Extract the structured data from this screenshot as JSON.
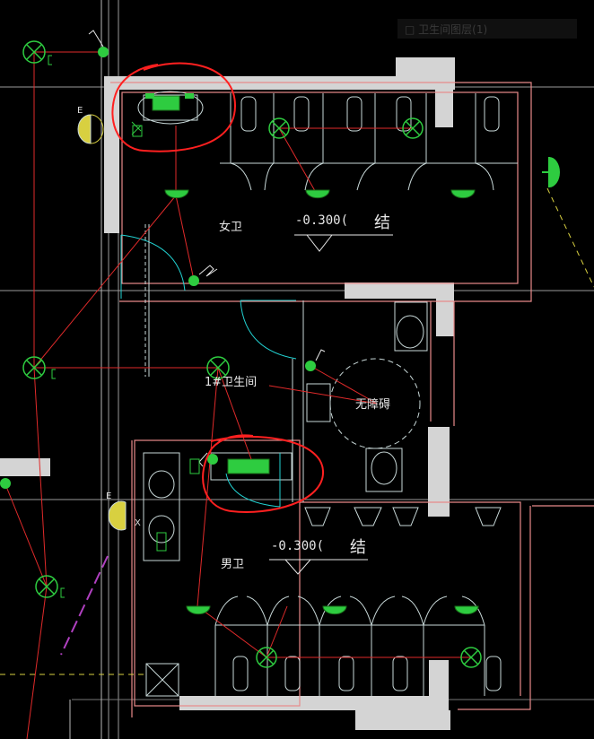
{
  "rooms": {
    "female": "女卫",
    "male": "男卫",
    "unit": "1#卫生间",
    "accessible": "无障碍"
  },
  "levels": {
    "female": "-0.300(",
    "male": "-0.300("
  },
  "notes": {
    "female": "结",
    "male": "结"
  },
  "tags": {
    "e1": "E",
    "e2": "E",
    "x2": "X"
  },
  "faded_command": "□ 卫生间图层(1)",
  "colors": {
    "wall": "#d4d4d4",
    "room_outline": "#e88a8a",
    "wiring": "#e02a2a",
    "fixture": "#2ecc40",
    "fixture_outline": "#c8d8d8",
    "door": "#22d3d3",
    "axis": "#a8a8a8",
    "highlight": "#ff2020",
    "text": "#e8e8e8",
    "magenta": "#b040c0",
    "yellow": "#d8d040"
  }
}
